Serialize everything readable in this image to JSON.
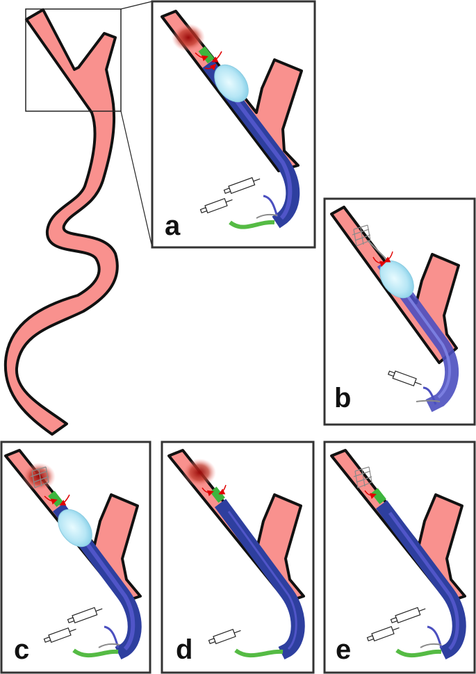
{
  "figure": {
    "panels": [
      {
        "id": "a",
        "label": "a",
        "clot": true,
        "stent": false,
        "aspiration_tip": true,
        "balloon": true,
        "outer_cath": "#2e3f9f",
        "syringes": 2,
        "green_tube": true
      },
      {
        "id": "b",
        "label": "b",
        "clot": false,
        "stent": true,
        "aspiration_tip": false,
        "balloon": true,
        "outer_cath": "#4b4fbf",
        "syringes": 1,
        "green_tube": false
      },
      {
        "id": "c",
        "label": "c",
        "clot": true,
        "stent": true,
        "aspiration_tip": true,
        "balloon": true,
        "outer_cath": "#2e3f9f",
        "syringes": 2,
        "green_tube": true
      },
      {
        "id": "d",
        "label": "d",
        "clot": true,
        "stent": false,
        "aspiration_tip": true,
        "balloon": false,
        "outer_cath": "#2e3f9f",
        "syringes": 1,
        "green_tube": true
      },
      {
        "id": "e",
        "label": "e",
        "clot": false,
        "stent": true,
        "aspiration_tip": true,
        "balloon": false,
        "outer_cath": "#2e3f9f",
        "syringes": 2,
        "green_tube": true
      }
    ]
  },
  "colors": {
    "vessel": "#f9918e",
    "vessel_outline": "#111111",
    "clot": "#b71c1c",
    "aspiration_tip": "#3db53d",
    "balloon": "#bfeaf7",
    "catheter_dark": "#2e3f9f",
    "catheter_light": "#6a6fd6",
    "flow_arrow": "#e00000",
    "green_tube": "#55bb44",
    "stent": "#8a8a8a"
  }
}
